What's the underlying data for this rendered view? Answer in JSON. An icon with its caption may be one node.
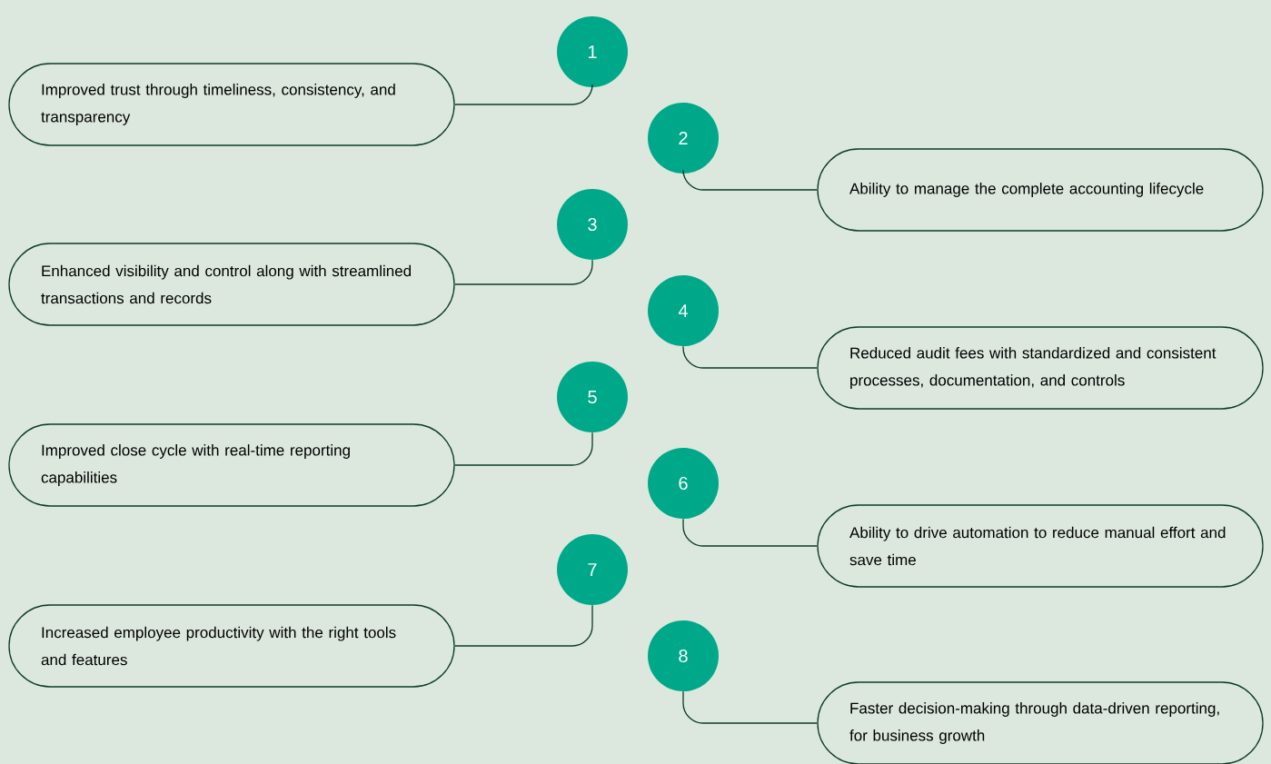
{
  "diagram": {
    "nodes": [
      {
        "text": [
          "1"
        ]
      },
      {
        "text": [
          "Improved trust through timeliness, consistency, and transparency"
        ]
      },
      {
        "text": [
          "2"
        ]
      },
      {
        "text": [
          "Ability to manage the complete accounting lifecycle"
        ]
      },
      {
        "text": [
          "3"
        ]
      },
      {
        "text": [
          "Enhanced visibility and control along with streamlined transactions and records"
        ]
      },
      {
        "text": [
          "4"
        ]
      },
      {
        "text": [
          "Reduced audit fees with standardized and consistent processes, documentation, and controls"
        ]
      },
      {
        "text": [
          "5"
        ]
      },
      {
        "text": [
          "Improved close cycle with real-time reporting capabilities"
        ]
      },
      {
        "text": [
          "6"
        ]
      },
      {
        "text": [
          "Ability to drive automation to reduce manual effort and save time"
        ]
      },
      {
        "text": [
          "7"
        ]
      },
      {
        "text": [
          "Increased employee productivity with the right tools and features"
        ]
      },
      {
        "text": [
          "8"
        ]
      },
      {
        "text": [
          "Faster decision-making through data-driven reporting, for business growth"
        ]
      }
    ],
    "edges": [
      {
        "from": 0,
        "to": 1,
        "arrow": "none"
      },
      {
        "from": 2,
        "to": 3,
        "arrow": "none"
      },
      {
        "from": 4,
        "to": 5,
        "arrow": "none"
      },
      {
        "from": 6,
        "to": 7,
        "arrow": "none"
      },
      {
        "from": 8,
        "to": 9,
        "arrow": "none"
      },
      {
        "from": 10,
        "to": 11,
        "arrow": "none"
      },
      {
        "from": 12,
        "to": 13,
        "arrow": "none"
      },
      {
        "from": 14,
        "to": 15,
        "arrow": "none"
      }
    ]
  }
}
